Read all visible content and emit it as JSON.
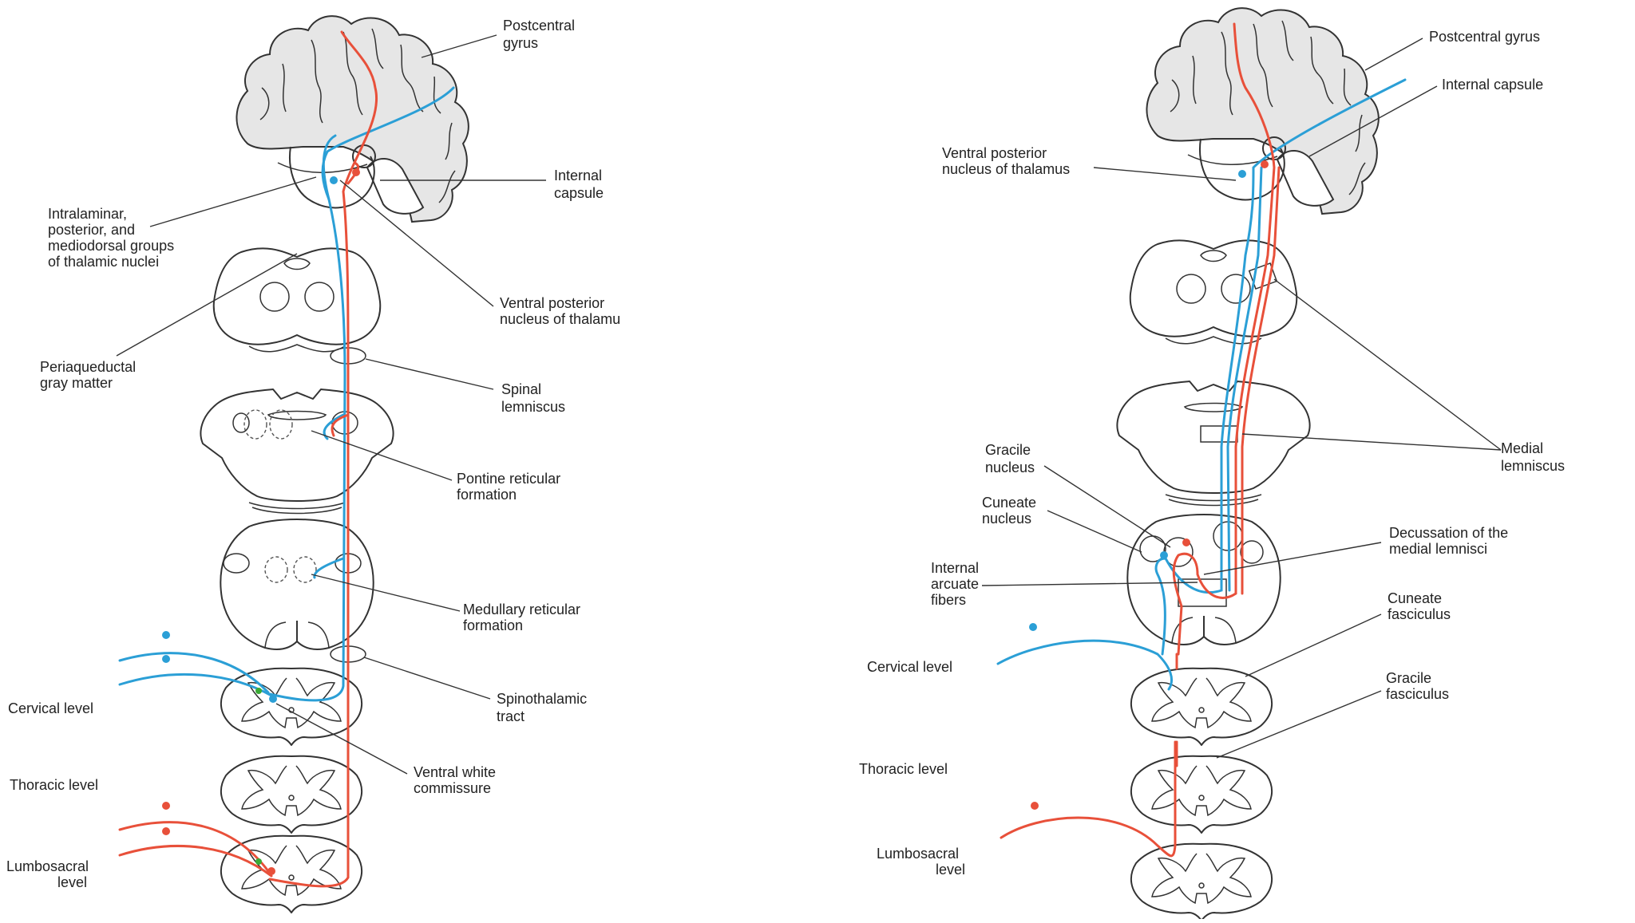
{
  "colors": {
    "red_pathway": "#e8503a",
    "blue_pathway": "#2b9fd6",
    "green_interneuron": "#3aaa35"
  },
  "left_diagram": {
    "labels": {
      "postcentral_gyrus": [
        "Postcentral",
        "gyrus"
      ],
      "internal_capsule": [
        "Internal",
        "capsule"
      ],
      "thalamic_groups": [
        "Intralaminar,",
        "posterior, and",
        "mediodorsal groups",
        "of thalamic nuclei"
      ],
      "ventral_posterior": [
        "Ventral posterior",
        "nucleus of thalamu"
      ],
      "periaqueductal": [
        "Periaqueductal",
        "gray matter"
      ],
      "spinal_lemniscus": [
        "Spinal",
        "lemniscus"
      ],
      "pontine_reticular": [
        "Pontine reticular",
        "formation"
      ],
      "medullary_reticular": [
        "Medullary reticular",
        "formation"
      ],
      "spinothalamic": [
        "Spinothalamic",
        "tract"
      ],
      "ventral_white": [
        "Ventral white",
        "commissure"
      ],
      "cervical": "Cervical level",
      "thoracic": "Thoracic level",
      "lumbosacral": [
        "Lumbosacral",
        "level"
      ]
    }
  },
  "right_diagram": {
    "labels": {
      "postcentral_gyrus": "Postcentral gyrus",
      "internal_capsule": "Internal capsule",
      "ventral_posterior": [
        "Ventral posterior",
        "nucleus of thalamus"
      ],
      "medial_lemniscus": [
        "Medial",
        "lemniscus"
      ],
      "gracile_nucleus": [
        "Gracile",
        "nucleus"
      ],
      "cuneate_nucleus": [
        "Cuneate",
        "nucleus"
      ],
      "decussation": [
        "Decussation of the",
        "medial lemnisci"
      ],
      "internal_arcuate": [
        "Internal",
        "arcuate",
        "fibers"
      ],
      "cuneate_fasciculus": [
        "Cuneate",
        "fasciculus"
      ],
      "cervical": "Cervical level",
      "gracile_fasciculus": [
        "Gracile",
        "fasciculus"
      ],
      "thoracic": "Thoracic level",
      "lumbosacral": [
        "Lumbosacral",
        "level"
      ]
    }
  }
}
